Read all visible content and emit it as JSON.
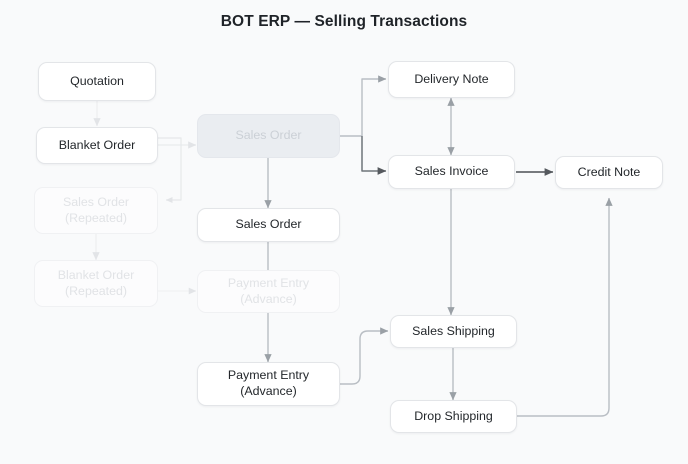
{
  "page": {
    "title": "BOT ERP — Selling Transactions",
    "background_color": "#f9fafb",
    "node_fill": "#ffffff",
    "node_border": "#e3e5e8",
    "text_color": "#23272b",
    "edge_color": "#9aa0a6",
    "ghost_color": "#e1e3e6",
    "tinted_fill": "#eaedf1"
  },
  "nodes": {
    "quotation": {
      "label": "Quotation"
    },
    "blanket_order": {
      "label": "Blanket Order"
    },
    "sales_order_repeated": {
      "line1": "Sales Order",
      "line2": "(Repeated)"
    },
    "blanket_order_repeated": {
      "line1": "Blanket Order",
      "line2": "(Repeated)"
    },
    "sales_order_tinted": {
      "label": "Sales Order"
    },
    "sales_order": {
      "label": "Sales Order"
    },
    "payment_entry_ghost": {
      "line1": "Payment Entry",
      "line2": "(Advance)"
    },
    "payment_entry": {
      "line1": "Payment Entry",
      "line2": "(Advance)"
    },
    "delivery_note": {
      "label": "Delivery Note"
    },
    "sales_invoice": {
      "label": "Sales Invoice"
    },
    "credit_note": {
      "label": "Credit Note"
    },
    "sales_shipping": {
      "label": "Sales Shipping"
    },
    "drop_shipping": {
      "label": "Drop Shipping"
    }
  },
  "edges": [
    {
      "from": "quotation",
      "to": "blanket_order",
      "style": "faint"
    },
    {
      "from": "blanket_order",
      "to": "sales_order_tinted",
      "style": "faint"
    },
    {
      "from": "blanket_order",
      "to": "sales_order_repeated",
      "style": "faint-elbow"
    },
    {
      "from": "sales_order_repeated",
      "to": "blanket_order_repeated",
      "style": "faint"
    },
    {
      "from": "blanket_order_repeated",
      "to": "payment_entry_ghost",
      "style": "faint"
    },
    {
      "from": "sales_order_tinted",
      "to": "sales_order",
      "style": "solid"
    },
    {
      "from": "sales_order_tinted",
      "to": "delivery_note",
      "style": "solid-elbow"
    },
    {
      "from": "sales_order_tinted",
      "to": "sales_invoice",
      "style": "solid-elbow"
    },
    {
      "from": "sales_order",
      "to": "payment_entry",
      "style": "solid"
    },
    {
      "from": "delivery_note",
      "to": "sales_invoice",
      "style": "bidirectional"
    },
    {
      "from": "sales_invoice",
      "to": "credit_note",
      "style": "solid"
    },
    {
      "from": "sales_invoice",
      "to": "sales_shipping",
      "style": "solid"
    },
    {
      "from": "payment_entry",
      "to": "sales_shipping",
      "style": "solid-elbow"
    },
    {
      "from": "sales_shipping",
      "to": "drop_shipping",
      "style": "solid"
    },
    {
      "from": "drop_shipping",
      "to": "credit_note",
      "style": "solid-elbow"
    }
  ]
}
